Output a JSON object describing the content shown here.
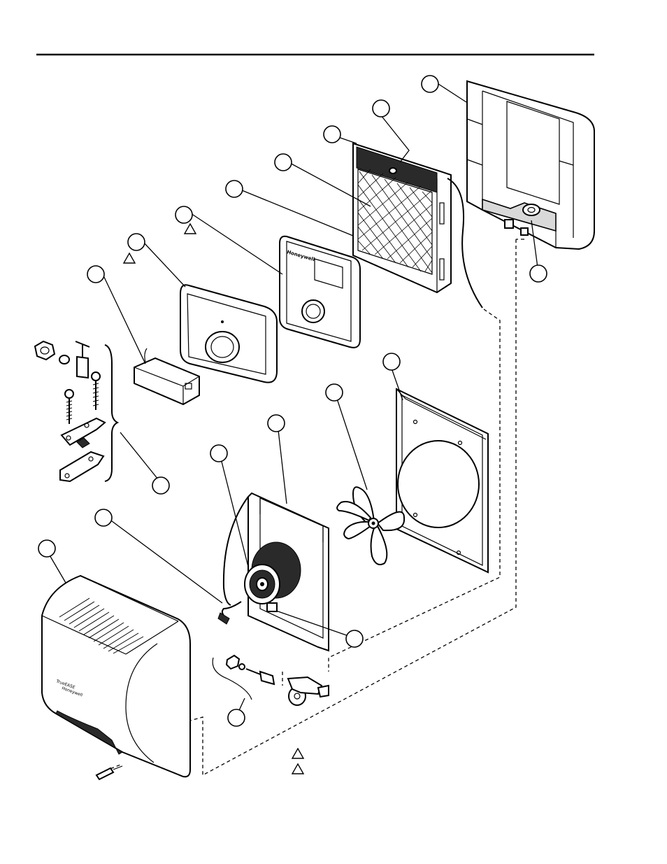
{
  "diagram": {
    "thermostat_brand": "Honeywell",
    "cabinet_logo_line1": "TrueEASE",
    "cabinet_logo_line2": "Honeywell"
  }
}
